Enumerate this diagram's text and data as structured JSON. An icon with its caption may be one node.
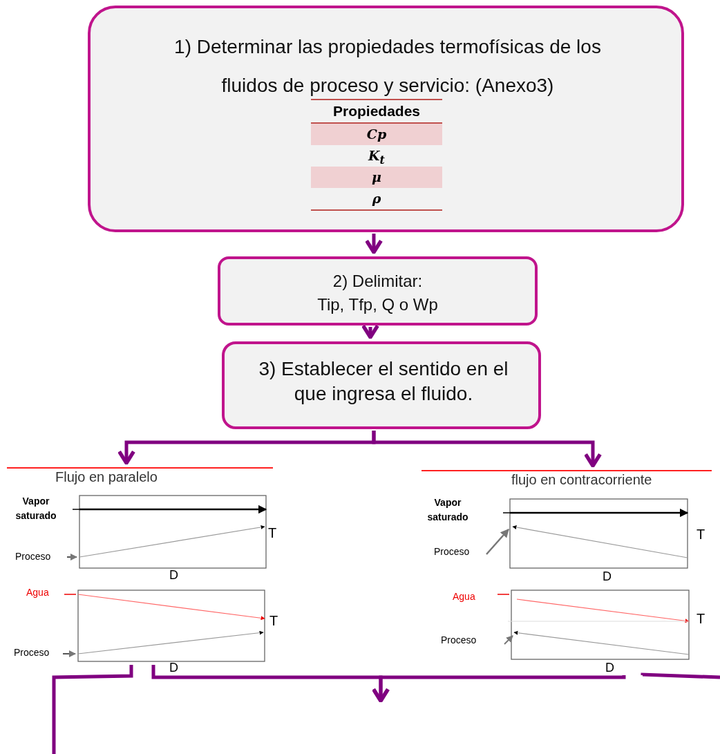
{
  "diagram": {
    "nodes": [
      {
        "text": [
          "1) Determinar las propiedades termofísicas de los fluidos de proceso y servicio: (Anexo3)"
        ]
      },
      {
        "text": [
          "2) Delimitar:",
          "Tip, Tfp, Q o Wp"
        ]
      },
      {
        "text": [
          "3) Establecer el sentido en el que ingresa el fluido."
        ]
      },
      {
        "text": [
          "Flujo en paralelo"
        ]
      },
      {
        "text": [
          "flujo en contracorriente"
        ]
      }
    ],
    "edges": [
      {
        "from": 0,
        "to": 1,
        "arrow": "to"
      },
      {
        "from": 1,
        "to": 2,
        "arrow": "to"
      },
      {
        "from": 2,
        "to": 3,
        "arrow": "to"
      },
      {
        "from": 2,
        "to": 4,
        "arrow": "to"
      },
      {
        "from": 3,
        "to": null,
        "arrow": "none"
      },
      {
        "from": 3,
        "to": null,
        "arrow": "to"
      },
      {
        "from": 4,
        "to": null,
        "arrow": "to"
      },
      {
        "from": 4,
        "to": null,
        "arrow": "none"
      }
    ],
    "labels": [
      "Propiedades",
      "Cp",
      "K$_{t}$",
      "μ",
      "ρ",
      "Vapor saturado",
      "T",
      "Proceso",
      "D",
      "Agua",
      "T",
      "Proceso",
      "D",
      "Vapor saturado",
      "T",
      "Proceso",
      "D",
      "Agua",
      "T",
      "Proceso",
      "D"
    ]
  }
}
